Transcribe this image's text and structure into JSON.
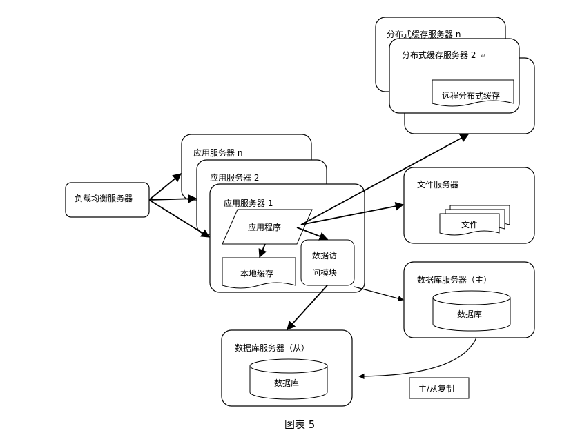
{
  "nodes": {
    "load_balancer": "负载均衡服务器",
    "app_server_n": "应用服务器 n",
    "app_server_2": "应用服务器 2",
    "app_server_1": "应用服务器 1",
    "application": "应用程序",
    "local_cache": "本地缓存",
    "data_access_line1": "数据访",
    "data_access_line2": "问模块",
    "dist_cache_n": "分布式缓存服务器 n",
    "dist_cache_2": "分布式缓存服务器 2",
    "remote_cache": "远程分布式缓存",
    "file_server": "文件服务器",
    "file": "文件",
    "db_master": "数据库服务器（主）",
    "db_master_store": "数据库",
    "db_slave": "数据库服务器（从）",
    "db_slave_store": "数据库",
    "replication": "主/从复制"
  },
  "caption": "图表  5",
  "paragraph_mark": "↵"
}
